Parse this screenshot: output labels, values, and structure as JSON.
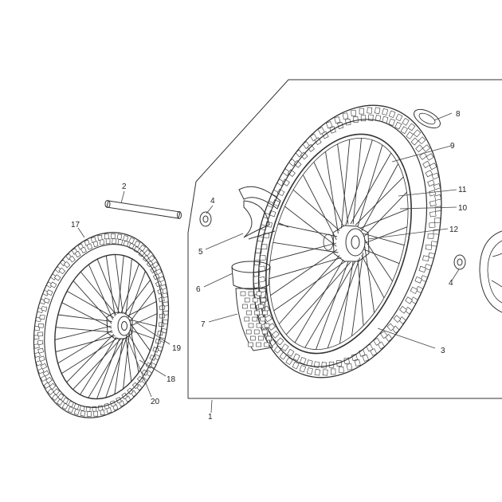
{
  "diagram": {
    "callouts": [
      {
        "id": "c1",
        "label": "1"
      },
      {
        "id": "c2",
        "label": "2"
      },
      {
        "id": "c3",
        "label": "3"
      },
      {
        "id": "c4a",
        "label": "4"
      },
      {
        "id": "c4b",
        "label": "4"
      },
      {
        "id": "c5",
        "label": "5"
      },
      {
        "id": "c6",
        "label": "6"
      },
      {
        "id": "c7",
        "label": "7"
      },
      {
        "id": "c8",
        "label": "8"
      },
      {
        "id": "c9",
        "label": "9"
      },
      {
        "id": "c10",
        "label": "10"
      },
      {
        "id": "c11",
        "label": "11"
      },
      {
        "id": "c12",
        "label": "12"
      },
      {
        "id": "c17",
        "label": "17"
      },
      {
        "id": "c18",
        "label": "18"
      },
      {
        "id": "c19",
        "label": "19"
      },
      {
        "id": "c20",
        "label": "20"
      }
    ],
    "colors": {
      "line": "#333333",
      "background": "#ffffff",
      "leader": "#444444"
    }
  }
}
